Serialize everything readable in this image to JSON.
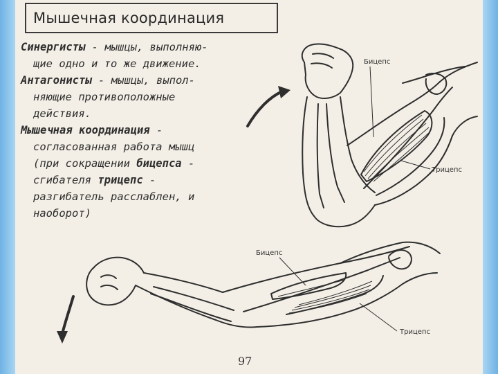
{
  "title": "Мышечная координация",
  "paragraphs": {
    "synergists": {
      "term": "Синергисты",
      "line1_rest": " - мышцы, выполняю-",
      "line2": "щие одно и то же движение."
    },
    "antagonists": {
      "term": "Антагонисты",
      "line1_rest": " - мышцы, выпол-",
      "line2": "няющие противоположные",
      "line3": "действия."
    },
    "coordination": {
      "term": "Мышечная координация",
      "line1_rest": " -",
      "line2": "согласованная работа мышц",
      "line3_a": "(при сокращении ",
      "line3_b": "бицепса",
      "line3_c": " -",
      "line4_a": "сгибателя ",
      "line4_b": "трицепс",
      "line4_c": " -",
      "line5": "разгибатель расслаблен, и",
      "line6": "наоборот)"
    }
  },
  "labels": {
    "top_biceps": "Бицепс",
    "top_triceps": "Трицепс",
    "bottom_biceps": "Бицепс",
    "bottom_triceps": "Трицепс"
  },
  "page_number": "97",
  "colors": {
    "page": "#f3efe6",
    "ink": "#2e2e2e",
    "frame": "#8cc4ea"
  }
}
